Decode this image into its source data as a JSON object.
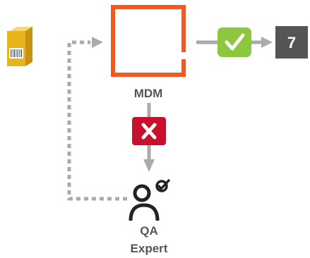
{
  "nodes": {
    "package": {
      "icon": "package-box-icon",
      "color": "#e8b41c"
    },
    "mdm": {
      "label": "MDM",
      "color": "#f05a22",
      "icon": "mdm-logo-icon"
    },
    "approved": {
      "icon": "checkmark-icon",
      "color": "#8dc63f"
    },
    "target": {
      "label": "7",
      "color": "#555555"
    },
    "rejected": {
      "icon": "x-mark-icon",
      "color": "#c8102e"
    },
    "qa_expert": {
      "label_line1": "QA",
      "label_line2": "Expert",
      "icon": "person-check-icon"
    }
  },
  "connector_color": "#aaaaaa"
}
